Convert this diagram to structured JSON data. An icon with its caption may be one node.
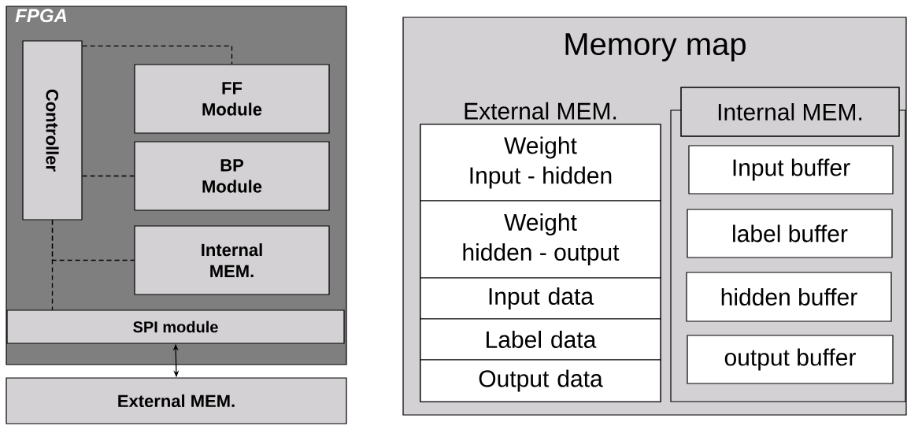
{
  "diagram": {
    "nodes": [
      {
        "text": [
          "FPGA"
        ]
      },
      {
        "text": [
          "Controller"
        ],
        "in": 0
      },
      {
        "text": [
          "FF Module"
        ],
        "in": 0
      },
      {
        "text": [
          "BP Module"
        ],
        "in": 0
      },
      {
        "text": [
          "Internal MEM."
        ],
        "in": 0
      },
      {
        "text": [
          "SPI module"
        ],
        "in": 0
      },
      {
        "text": [
          "External MEM."
        ]
      },
      {
        "text": [
          "Memory map"
        ]
      },
      {
        "text": [
          "External MEM."
        ],
        "in": 7
      },
      {
        "text": [
          "Weight Input - hidden"
        ],
        "in": 8
      },
      {
        "text": [
          "Weight hidden - output"
        ],
        "in": 8
      },
      {
        "text": [
          "Input data"
        ],
        "in": 8
      },
      {
        "text": [
          "Label data"
        ],
        "in": 8
      },
      {
        "text": [
          "Output data"
        ],
        "in": 8
      },
      {
        "text": [
          "Internal MEM."
        ],
        "in": 7
      },
      {
        "text": [
          "Input buffer"
        ],
        "in": 14
      },
      {
        "text": [
          "label buffer"
        ],
        "in": 14
      },
      {
        "text": [
          "hidden buffer"
        ],
        "in": 14
      },
      {
        "text": [
          "output buffer"
        ],
        "in": 14
      }
    ],
    "edges": [
      {
        "from": 1,
        "to": 2,
        "arrow": "none",
        "style": "dashed"
      },
      {
        "from": 1,
        "to": 3,
        "arrow": "none",
        "style": "dashed"
      },
      {
        "from": 1,
        "to": 4,
        "arrow": "none",
        "style": "dashed"
      },
      {
        "from": 1,
        "to": 5,
        "arrow": "none",
        "style": "dashed"
      },
      {
        "from": 5,
        "to": 6,
        "arrow": "both"
      }
    ]
  }
}
